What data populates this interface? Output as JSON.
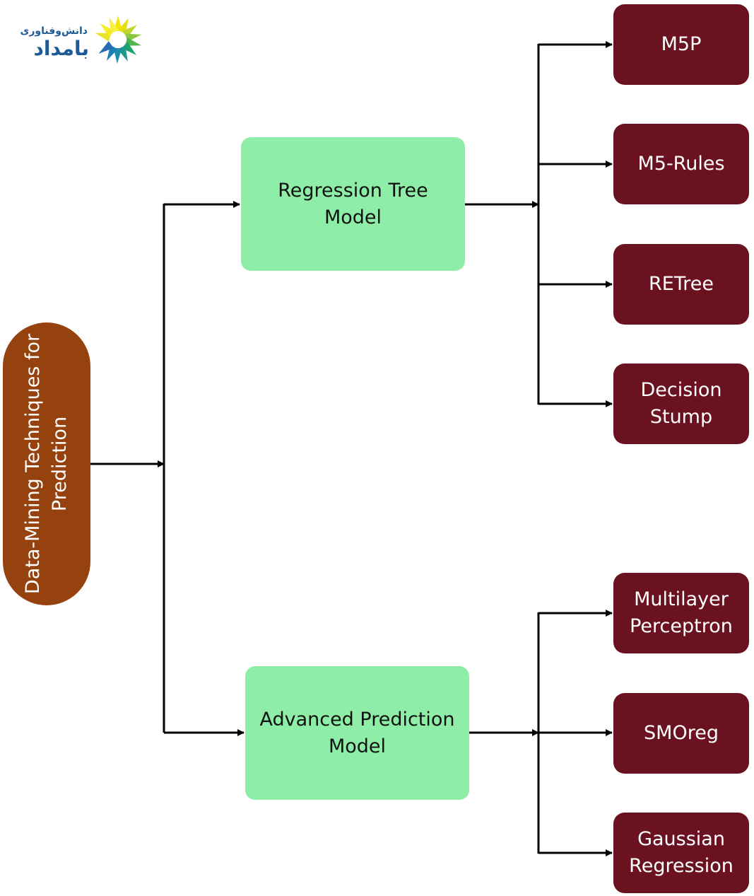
{
  "logo": {
    "line1": "دانش‌وفناوری",
    "line2": "بامداد"
  },
  "root": {
    "label": "Data-Mining Techniques for Prediction"
  },
  "branches": [
    {
      "label_lines": [
        "Regression Tree",
        "Model"
      ],
      "leaves": [
        {
          "lines": [
            "M5P"
          ]
        },
        {
          "lines": [
            "M5-Rules"
          ]
        },
        {
          "lines": [
            "RETree"
          ]
        },
        {
          "lines": [
            "Decision",
            "Stump"
          ]
        }
      ]
    },
    {
      "label_lines": [
        "Advanced Prediction",
        "Model"
      ],
      "leaves": [
        {
          "lines": [
            "Multilayer",
            "Perceptron"
          ]
        },
        {
          "lines": [
            "SMOreg"
          ]
        },
        {
          "lines": [
            "Gaussian",
            "Regression"
          ]
        }
      ]
    }
  ],
  "colors": {
    "root": "#96420f",
    "branch": "#8eeea7",
    "leaf": "#6a1220",
    "line": "#000000"
  }
}
